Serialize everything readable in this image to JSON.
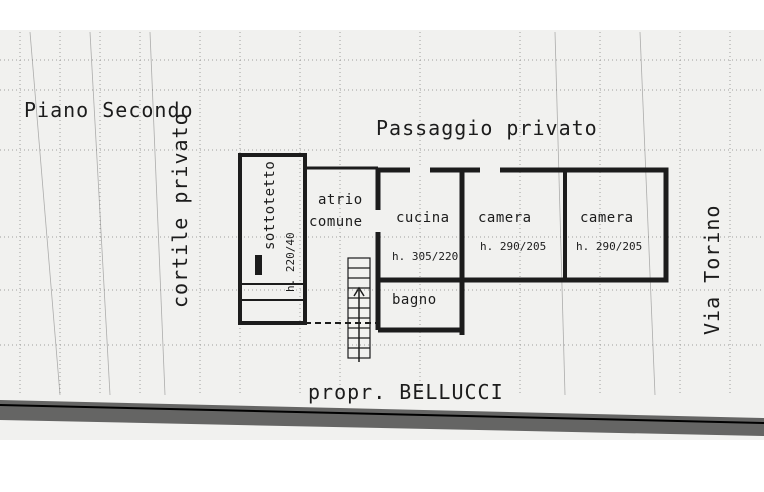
{
  "floor_title": "Piano Secondo",
  "surroundings": {
    "top": "Passaggio privato",
    "left": "cortile privato",
    "right": "Via Torino",
    "bottom": "propr. BELLUCCI"
  },
  "rooms": {
    "sottotetto": {
      "name": "sottotetto",
      "height": "h. 220/40"
    },
    "atrio": {
      "line1": "atrio",
      "line2": "comune"
    },
    "cucina": {
      "name": "cucina",
      "height": "h. 305/220"
    },
    "bagno": {
      "name": "bagno"
    },
    "camera_1": {
      "name": "camera",
      "height": "h. 290/205"
    },
    "camera_2": {
      "name": "camera",
      "height": "h. 290/205"
    }
  },
  "colors": {
    "paper": "#f1f1ef",
    "ink": "#1c1c1c",
    "page": "#ffffff"
  }
}
